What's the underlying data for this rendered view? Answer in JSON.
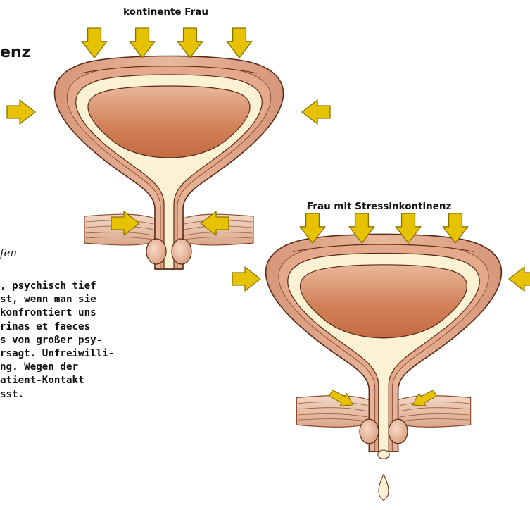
{
  "page": {
    "heading_fragment": "enz",
    "italic_fragment": "fen",
    "body_lines": [
      ", psychisch tief",
      "st, wenn man sie",
      "konfrontiert uns",
      "rinas et faeces",
      "s von großer psy-",
      "rsagt. Unfreiwilli-",
      "ng. Wegen der",
      "atient-Kontakt",
      "sst."
    ]
  },
  "diagram": {
    "panels": [
      {
        "id": "continent",
        "label": "kontinente Frau"
      },
      {
        "id": "stress",
        "label": "Frau mit Stressinkontinenz"
      }
    ],
    "colors": {
      "arrow_fill": "#e6c200",
      "arrow_stroke": "#8a7400",
      "bladder_outer": "#dfa384",
      "bladder_wall": "#d48a68",
      "bladder_lumen_light": "#e9b79a",
      "bladder_lumen_dark": "#c46a42",
      "mucosa": "#fbf2d4",
      "outline": "#5a2a18",
      "muscle_band": "#e7c1a7",
      "leak_drop": "#fbf2d4"
    }
  }
}
